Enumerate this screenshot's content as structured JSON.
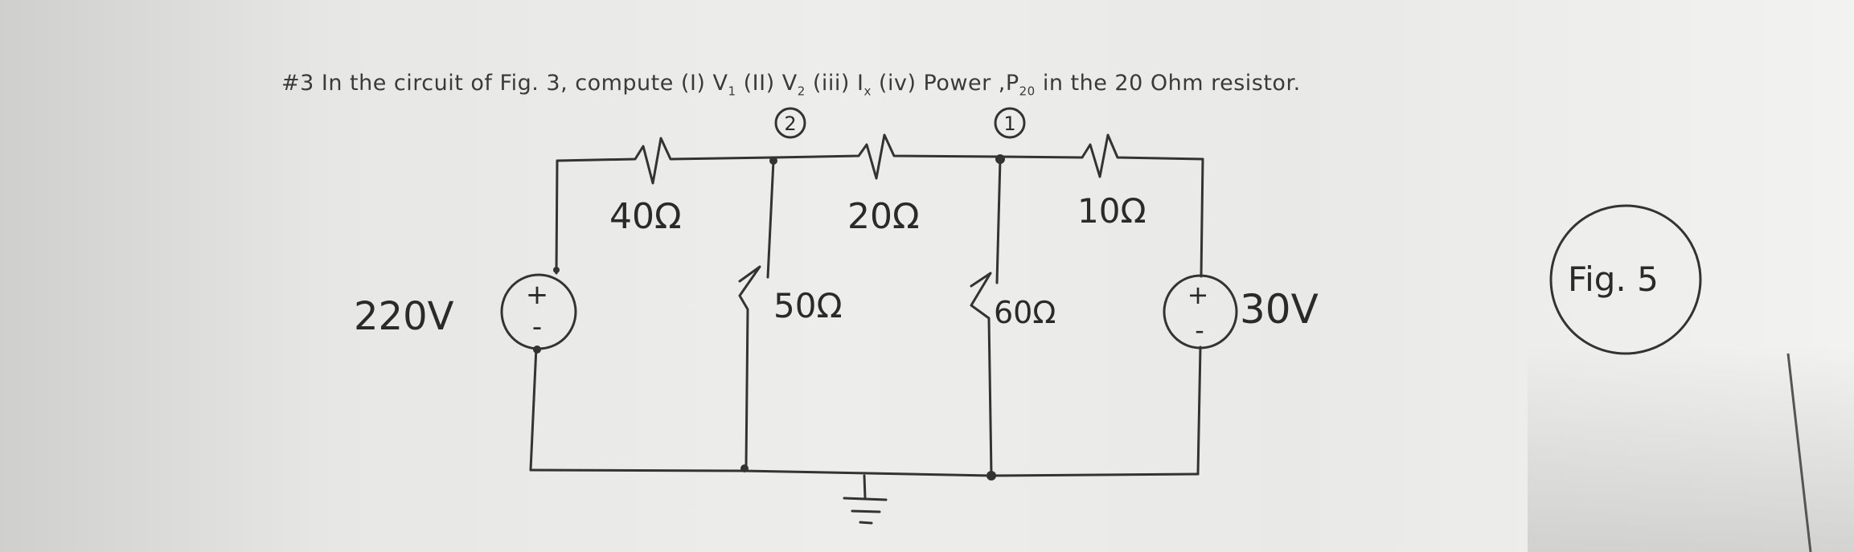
{
  "problem": {
    "prefix": "#3 In the circuit of Fig. 3, compute (I) V",
    "sub1": "1",
    "mid1": " (II) V",
    "sub2": "2",
    "mid2": " (iii) I",
    "subx": "x",
    "mid3": " (iv) Power ,P",
    "sub20": "20",
    "suffix": " in the 20 Ohm resistor."
  },
  "circuit": {
    "nodes": [
      {
        "label": "2"
      },
      {
        "label": "1"
      }
    ],
    "resistors": [
      {
        "label": "40Ω"
      },
      {
        "label": "20Ω"
      },
      {
        "label": "10Ω"
      },
      {
        "label": "50Ω"
      },
      {
        "label": "60Ω"
      }
    ],
    "sources": [
      {
        "label": "220V",
        "plus": "+",
        "minus": "-"
      },
      {
        "label": "30V",
        "plus": "+",
        "minus": "-"
      }
    ]
  },
  "figure_tag": "Fig. 5"
}
